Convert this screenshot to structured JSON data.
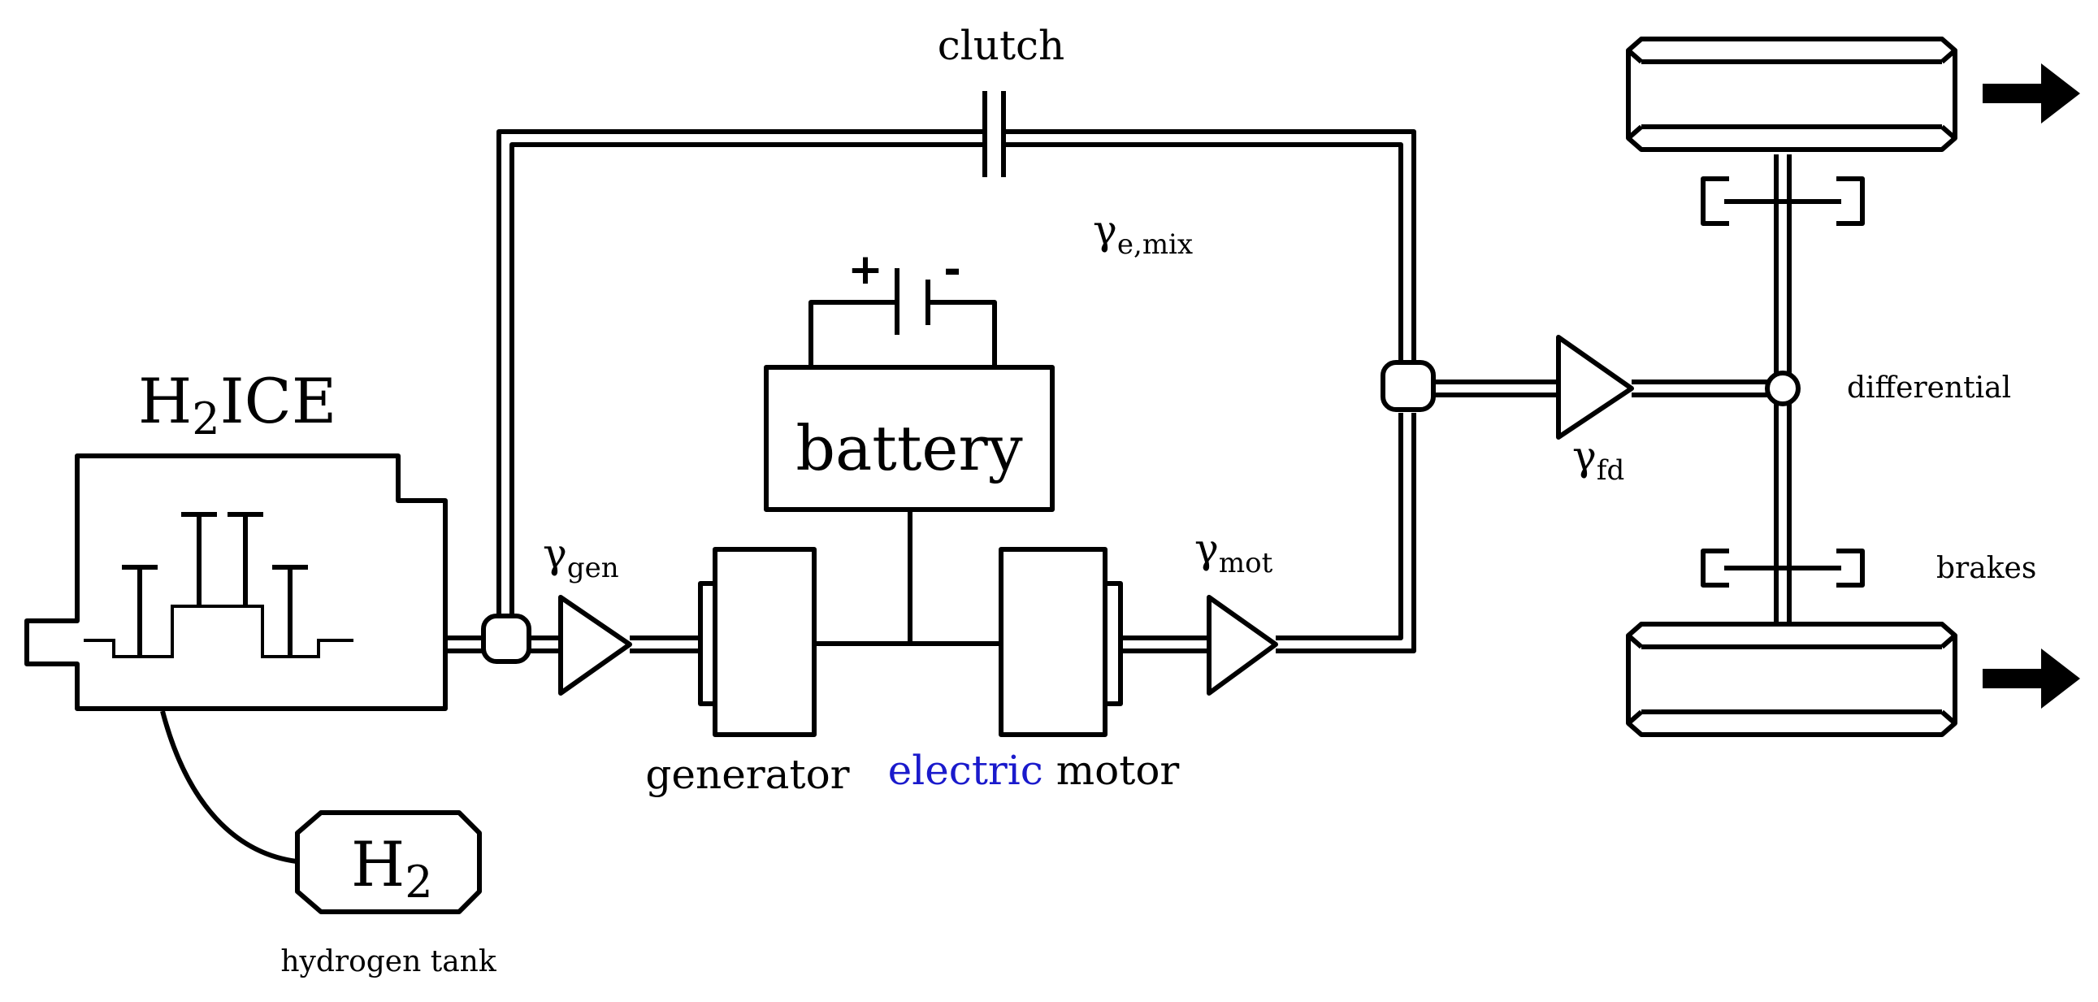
{
  "labels": {
    "clutch": "clutch",
    "gamma_e_mix": {
      "base": "γ",
      "sub": "e,mix"
    },
    "gamma_gen": {
      "base": "γ",
      "sub": "gen"
    },
    "gamma_mot": {
      "base": "γ",
      "sub": "mot"
    },
    "gamma_fd": {
      "base": "γ",
      "sub": "fd"
    },
    "engine": {
      "h": "H",
      "sub": "2",
      "rest": "ICE"
    },
    "tank_symbol": {
      "h": "H",
      "sub": "2"
    },
    "hydrogen_tank": "hydrogen tank",
    "battery": "battery",
    "battery_plus": "+",
    "battery_minus": "-",
    "generator": "generator",
    "electric_word": "electric",
    "motor_word": "motor",
    "differential": "differential",
    "brakes": "brakes"
  },
  "colors": {
    "stroke": "#000000",
    "background": "#ffffff",
    "electric_highlight": "#1a1acc"
  },
  "icons": [
    "right-arrow-icon",
    "right-arrow-icon"
  ]
}
